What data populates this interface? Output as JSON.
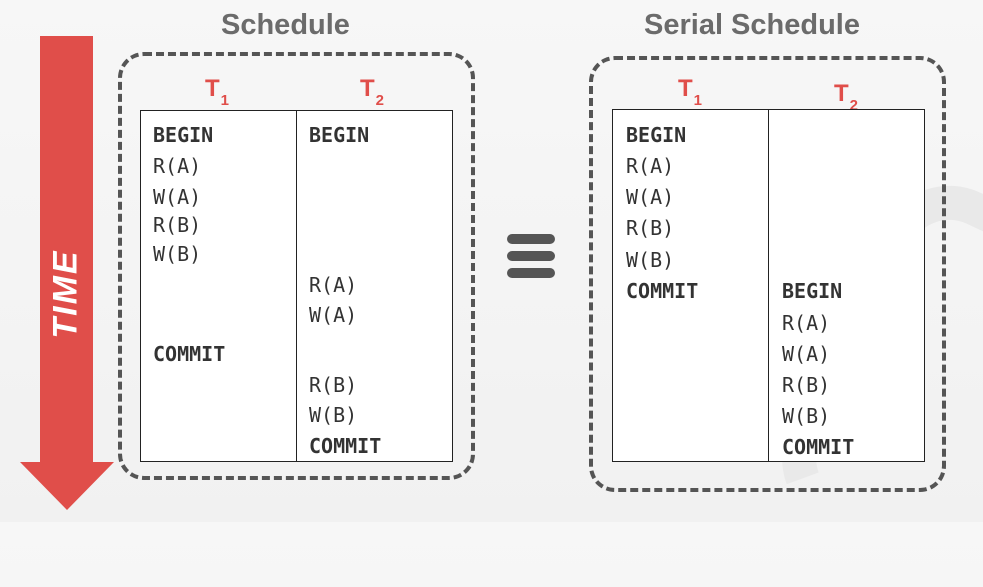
{
  "time_label": "TIME",
  "left": {
    "title": "Schedule",
    "t1": {
      "letter": "T",
      "sub": "1"
    },
    "t2": {
      "letter": "T",
      "sub": "2"
    },
    "col1_ops": [
      "BEGIN",
      "R(A)",
      "W(A)",
      "R(B)",
      "W(B)",
      "COMMIT"
    ],
    "col2_ops": [
      "BEGIN",
      "R(A)",
      "W(A)",
      "R(B)",
      "W(B)",
      "COMMIT"
    ]
  },
  "right": {
    "title": "Serial Schedule",
    "t1": {
      "letter": "T",
      "sub": "1"
    },
    "t2": {
      "letter": "T",
      "sub": "2"
    },
    "col1_ops": [
      "BEGIN",
      "R(A)",
      "W(A)",
      "R(B)",
      "W(B)",
      "COMMIT"
    ],
    "col2_ops": [
      "BEGIN",
      "R(A)",
      "W(A)",
      "R(B)",
      "W(B)",
      "COMMIT"
    ]
  },
  "colors": {
    "accent": "#e04e4a",
    "dash": "#555555",
    "title": "#6b6b6b"
  }
}
